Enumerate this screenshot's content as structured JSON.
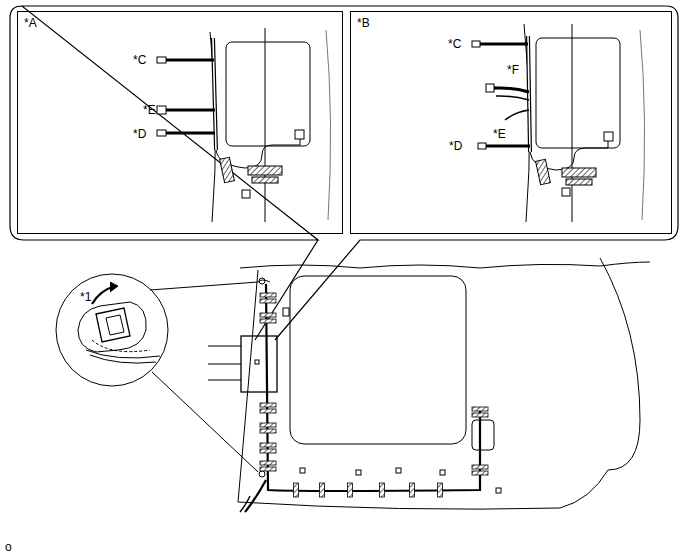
{
  "diagram": {
    "nodes": [
      {
        "text": [
          "*A"
        ]
      },
      {
        "text": [
          "*B"
        ]
      }
    ],
    "labels": [
      "*C",
      "*E",
      "*D",
      "*C",
      "*F",
      "*E",
      "*D",
      "*1",
      "o"
    ]
  }
}
